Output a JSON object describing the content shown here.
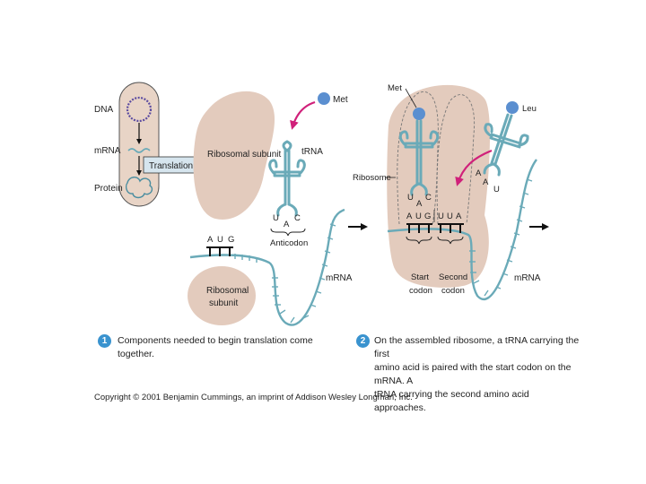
{
  "colors": {
    "ribosome": "#e3cbbd",
    "trna": "#6aaab8",
    "mrna": "#6aaab8",
    "amino_acid": "#5b8fd0",
    "arrow_magenta": "#d0207a",
    "badge": "#3a93cf",
    "ink": "#222222"
  },
  "inset": {
    "dna": "DNA",
    "mrna": "mRNA",
    "protein": "Protein",
    "process": "Translation"
  },
  "panel1": {
    "large_subunit": "Ribosomal subunit",
    "small_subunit_line1": "Ribosomal",
    "small_subunit_line2": "subunit",
    "amino_acid": "Met",
    "trna": "tRNA",
    "anticodon_bases": [
      "U",
      "A",
      "C"
    ],
    "anticodon": "Anticodon",
    "codon_bases": [
      "A",
      "U",
      "G"
    ],
    "mrna": "mRNA",
    "step_number": "1",
    "caption": "Components needed to begin translation come together."
  },
  "panel2": {
    "met": "Met",
    "leu": "Leu",
    "ribosome": "Ribosome",
    "anticodon1_bases": [
      "U",
      "A",
      "C"
    ],
    "anticodon2_bases": [
      "A",
      "A",
      "U"
    ],
    "codon1_bases": [
      "A",
      "U",
      "G"
    ],
    "codon2_bases": [
      "U",
      "U",
      "A"
    ],
    "start_codon_line1": "Start",
    "start_codon_line2": "codon",
    "second_codon_line1": "Second",
    "second_codon_line2": "codon",
    "mrna": "mRNA",
    "step_number": "2",
    "caption_line1": "On the assembled ribosome, a tRNA carrying the first",
    "caption_line2": "amino acid is paired with the start codon on the mRNA. A",
    "caption_line3": "tRNA carrying the second amino acid approaches."
  },
  "copyright": "Copyright © 2001 Benjamin Cummings, an imprint of Addison Wesley Longman, Inc."
}
